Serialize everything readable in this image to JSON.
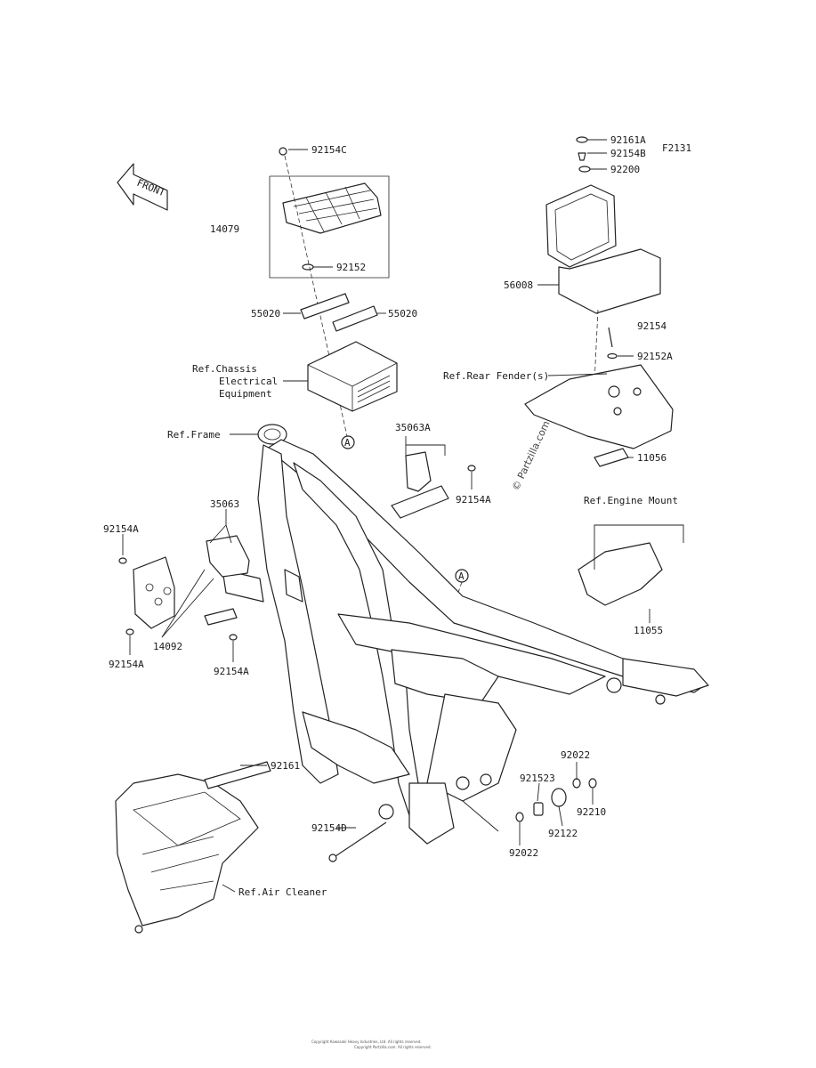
{
  "labels": {
    "p92154C": "92154C",
    "p14079": "14079",
    "p92152": "92152",
    "p55020a": "55020",
    "p55020b": "55020",
    "refChassis1": "Ref.Chassis",
    "refChassis2": "Electrical",
    "refChassis3": "Equipment",
    "callA1": "A",
    "callA2": "A",
    "refFrame": "Ref.Frame",
    "p35063A": "35063A",
    "p92154A_1": "92154A",
    "p35063": "35063",
    "p92154A_2": "92154A",
    "p92154A_3": "92154A",
    "p14092": "14092",
    "p92154A_4": "92154A",
    "p92161A": "92161A",
    "p92154B": "92154B",
    "p92200": "92200",
    "pF2131": "F2131",
    "p56008": "56008",
    "p92154": "92154",
    "p92152A": "92152A",
    "refRearFender": "Ref.Rear Fender(s)",
    "p11056": "11056",
    "refEngineMount": "Ref.Engine Mount",
    "p11055": "11055",
    "p92161": "92161",
    "p92154D": "92154D",
    "p92022a": "92022",
    "p92152B": "921523",
    "p92210": "92210",
    "p92122": "92122",
    "p92022b": "92022",
    "refAirCleaner": "Ref.Air Cleaner",
    "front": "FRONT",
    "watermark": "© Partzilla.com",
    "footer1": "Copyright Kawasaki Heavy Industries, Ltd. All rights reserved.",
    "footer2": "Copyright Partzilla.com. All rights reserved."
  }
}
